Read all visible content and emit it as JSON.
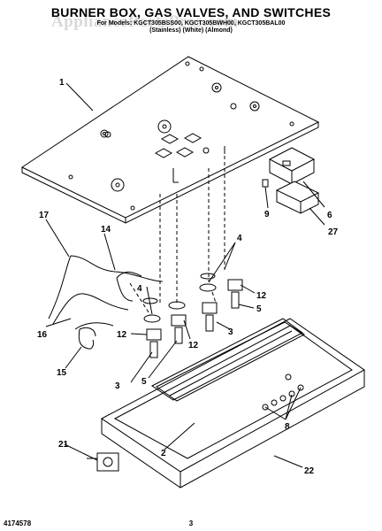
{
  "header": {
    "title": "BURNER BOX, GAS VALVES, AND SWITCHES",
    "model_line": "For Models: KGCT305BSS00, KGCT305BWH00, KGCT305BAL00",
    "color_line": "(Stainless)        (White)        (Almond)"
  },
  "watermark": "AppliancePartsPros.com",
  "footer": {
    "part_number": "4174578",
    "page_number": "3"
  },
  "callouts": {
    "c1": "1",
    "c2": "2",
    "c3a": "3",
    "c3b": "3",
    "c4a": "4",
    "c4b": "4",
    "c5a": "5",
    "c5b": "5",
    "c6": "6",
    "c8": "8",
    "c9": "9",
    "c12a": "12",
    "c12b": "12",
    "c12c": "12",
    "c14": "14",
    "c15": "15",
    "c16": "16",
    "c17": "17",
    "c21": "21",
    "c22": "22",
    "c27": "27"
  }
}
